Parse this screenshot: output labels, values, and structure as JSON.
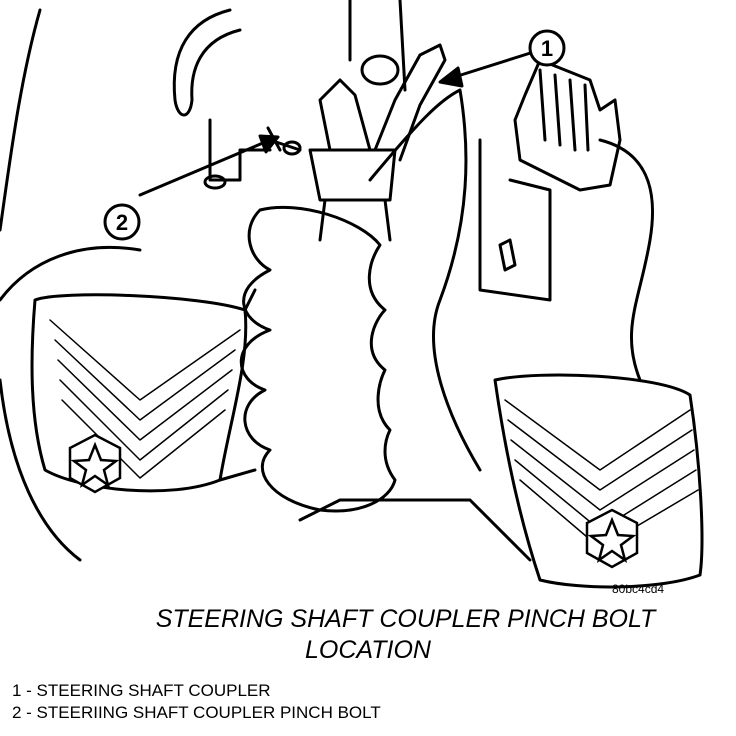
{
  "callouts": {
    "one": "1",
    "two": "2"
  },
  "figure_code": "80bc4cd4",
  "caption": {
    "line1": "STEERING SHAFT COUPLER PINCH BOLT",
    "line2": "LOCATION"
  },
  "legend": [
    "1 - STEERING SHAFT COUPLER",
    "2 - STEERIING SHAFT COUPLER PINCH BOLT"
  ],
  "colors": {
    "ink": "#000000",
    "paper": "#ffffff"
  }
}
